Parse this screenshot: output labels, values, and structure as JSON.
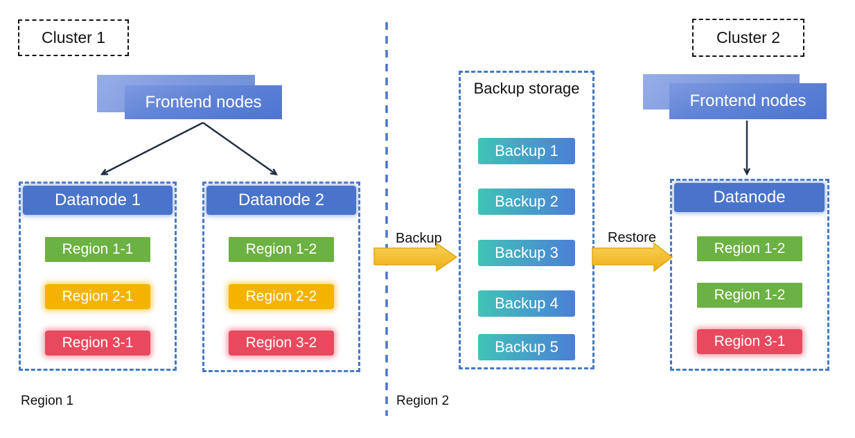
{
  "colors": {
    "node_blue": "#4a74cb",
    "frontend_blue": "#5f83d6",
    "frontend_back_blue": "#8aa4e3",
    "dashed_border_blue": "#4577c8",
    "region_green": "#6cb143",
    "region_yellow": "#f3b300",
    "region_red": "#e8495e",
    "backup_teal": "#41c3b7",
    "backup_blue": "#4b7fd6",
    "arrow_gold": "#f5c02e",
    "connector_dark": "#212c44"
  },
  "cluster1": {
    "label": "Cluster 1",
    "frontend_label": "Frontend nodes",
    "region_label": "Region 1",
    "datanodes": [
      {
        "title": "Datanode 1",
        "regions": [
          {
            "label": "Region 1-1",
            "color": "green"
          },
          {
            "label": "Region 2-1",
            "color": "yellow"
          },
          {
            "label": "Region 3-1",
            "color": "red"
          }
        ]
      },
      {
        "title": "Datanode 2",
        "regions": [
          {
            "label": "Region 1-2",
            "color": "green"
          },
          {
            "label": "Region 2-2",
            "color": "yellow"
          },
          {
            "label": "Region 3-2",
            "color": "red"
          }
        ]
      }
    ]
  },
  "backup_storage": {
    "title": "Backup storage",
    "items": [
      "Backup 1",
      "Backup 2",
      "Backup 3",
      "Backup 4",
      "Backup 5"
    ]
  },
  "flows": {
    "backup_label": "Backup",
    "restore_label": "Restore"
  },
  "cluster2": {
    "label": "Cluster 2",
    "frontend_label": "Frontend nodes",
    "region_label": "Region 2",
    "datanode": {
      "title": "Datanode",
      "regions": [
        {
          "label": "Region 1-2",
          "color": "green"
        },
        {
          "label": "Region 1-2",
          "color": "green"
        },
        {
          "label": "Region 3-1",
          "color": "red"
        }
      ]
    }
  }
}
